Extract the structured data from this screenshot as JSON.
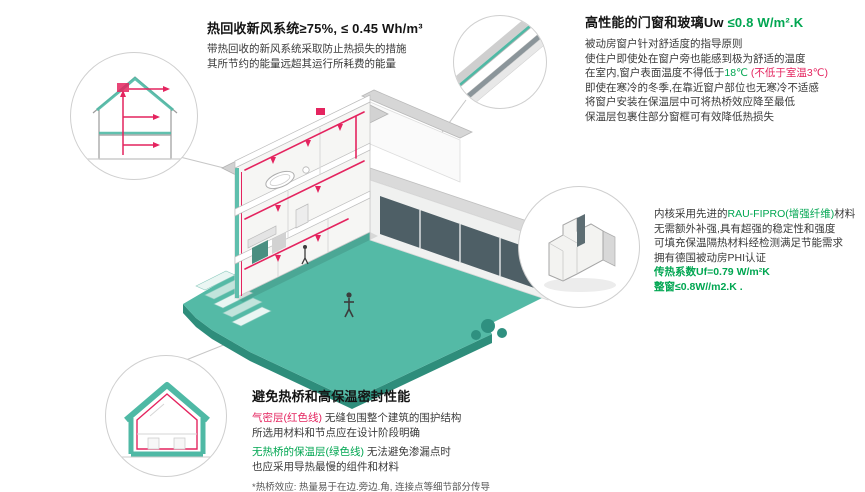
{
  "colors": {
    "teal": "#4FB9A5",
    "red": "#E4245F",
    "green": "#00A651"
  },
  "ventilation": {
    "title": "热回收新风系统",
    "title_value": "≥75%, ≤ 0.45 Wh/m³",
    "line1": "带热回收的新风系统采取防止热损失的措施",
    "line2": "其所节约的能量远超其运行所耗费的能量"
  },
  "windows": {
    "title": "高性能的门窗和玻璃",
    "title_u": "Uw ",
    "title_value": "≤0.8 W/m².K",
    "line1": "被动房窗户针对舒适度的指导原则",
    "line2": "使住户即使处在窗户旁也能感到极为舒适的温度",
    "line3_pre": "在室内,窗户表面温度不得低于",
    "line3_temp": "18℃",
    "line3_note": " (不低于室温3℃)",
    "line4": "即使在寒冷的冬季,在靠近窗户部位也无寒冷不适感",
    "line5": "将窗户安装在保温层中可将热桥效应降至最低",
    "line6": "保温层包裹住部分窗框可有效降低热损失"
  },
  "profile": {
    "line1_pre": "内核采用先进的",
    "line1_brand": "RAU-FIPRO(增强纤维)",
    "line1_post": "材料",
    "line2": "无需额外补强,具有超强的稳定性和强度",
    "line3": "可填充保温隔热材料经检测满足节能需求",
    "line4": "拥有德国被动房PHI认证",
    "line5": "传热系数Uf=0.79 W/m²K",
    "line6": "整窗≤0.8W//m2.K ."
  },
  "thermal": {
    "title": "避免热桥和高保温密封性能",
    "line1_red": "气密层(红色线)",
    "line1_rest": " 无缝包围整个建筑的围护结构",
    "line2": "所选用材料和节点应在设计阶段明确",
    "line3_green": "无热桥的保温层(绿色线)",
    "line3_rest": " 无法避免渗漏点时",
    "line4": "也应采用导热最慢的组件和材料",
    "footnote": "*热桥效应: 热量易于在边.旁边.角, 连接点等细节部分传导"
  }
}
